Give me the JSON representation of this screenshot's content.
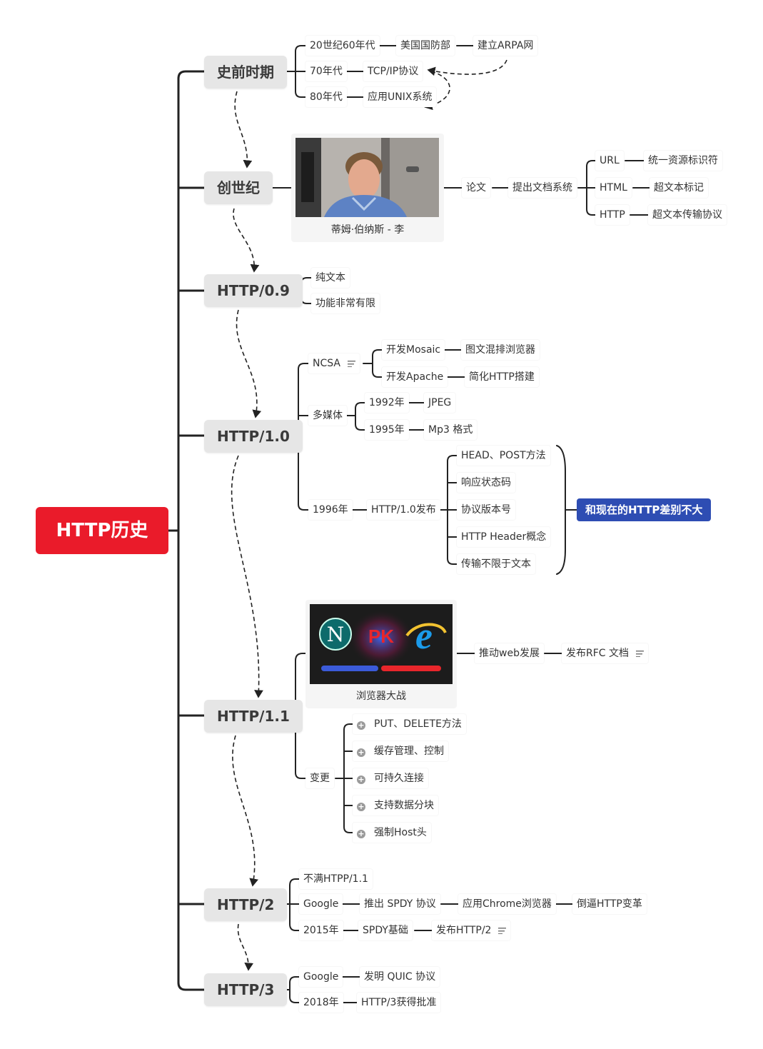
{
  "root": "HTTP历史",
  "eras": [
    "史前时期",
    "创世纪",
    "HTTP/0.9",
    "HTTP/1.0",
    "HTTP/1.1",
    "HTTP/2",
    "HTTP/3"
  ],
  "prehistory": {
    "rows": [
      [
        "20世纪60年代",
        "美国国防部",
        "建立ARPA网"
      ],
      [
        "70年代",
        "TCP/IP协议"
      ],
      [
        "80年代",
        "应用UNIX系统"
      ]
    ]
  },
  "genesis": {
    "photo_caption": "蒂姆·伯纳斯 - 李",
    "paper": "论文",
    "proposal": "提出文档系统",
    "items": [
      {
        "term": "URL",
        "desc": "统一资源标识符"
      },
      {
        "term": "HTML",
        "desc": "超文本标记"
      },
      {
        "term": "HTTP",
        "desc": "超文本传输协议"
      }
    ]
  },
  "http09": {
    "items": [
      "纯文本",
      "功能非常有限"
    ]
  },
  "http10": {
    "ncsa": "NCSA",
    "ncsa_items": [
      {
        "a": "开发Mosaic",
        "b": "图文混排浏览器"
      },
      {
        "a": "开发Apache",
        "b": "简化HTTP搭建"
      }
    ],
    "multimedia": "多媒体",
    "media_items": [
      {
        "a": "1992年",
        "b": "JPEG"
      },
      {
        "a": "1995年",
        "b": "Mp3 格式"
      }
    ],
    "year": "1996年",
    "release": "HTTP/1.0发布",
    "features": [
      "HEAD、POST方法",
      "响应状态码",
      "协议版本号",
      "HTTP Header概念",
      "传输不限于文本"
    ],
    "summary": "和现在的HTTP差别不大"
  },
  "http11": {
    "browser_war_caption": "浏览器大战",
    "pk_label": "PK",
    "netscape_letter": "N",
    "ie_letter": "e",
    "push": "推动web发展",
    "rfc": "发布RFC 文档",
    "changes": "变更",
    "change_items": [
      "PUT、DELETE方法",
      "缓存管理、控制",
      "可持久连接",
      "支持数据分块",
      "强制Host头"
    ]
  },
  "http2": {
    "unsatisfied": "不满HTPP/1.1",
    "google": "Google",
    "chain": [
      "推出 SPDY 协议",
      "应用Chrome浏览器",
      "倒逼HTTP变革"
    ],
    "year": "2015年",
    "basis": "SPDY基础",
    "release": "发布HTTP/2"
  },
  "http3": {
    "google": "Google",
    "invent": "发明 QUIC 协议",
    "year": "2018年",
    "approved": "HTTP/3获得批准"
  },
  "colors": {
    "root": "#ea1b2a",
    "summary": "#2e4db3",
    "era_bg": "#e6e6e6",
    "line": "#222222"
  }
}
